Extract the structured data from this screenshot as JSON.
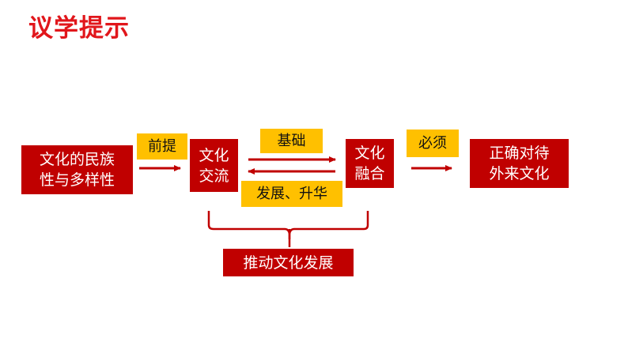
{
  "title": "议学提示",
  "boxes": {
    "diversity": "文化的民族\n性与多样性",
    "exchange": "文化\n交流",
    "fusion": "文化\n融合",
    "correct": "正确对待\n外来文化",
    "promote": "推动文化发展"
  },
  "labels": {
    "premise": "前提",
    "basis": "基础",
    "development": "发展、升华",
    "must": "必须"
  },
  "colors": {
    "title": "#e1161b",
    "box_red": "#c00000",
    "box_yellow": "#ffc000",
    "connector": "#c00000"
  }
}
